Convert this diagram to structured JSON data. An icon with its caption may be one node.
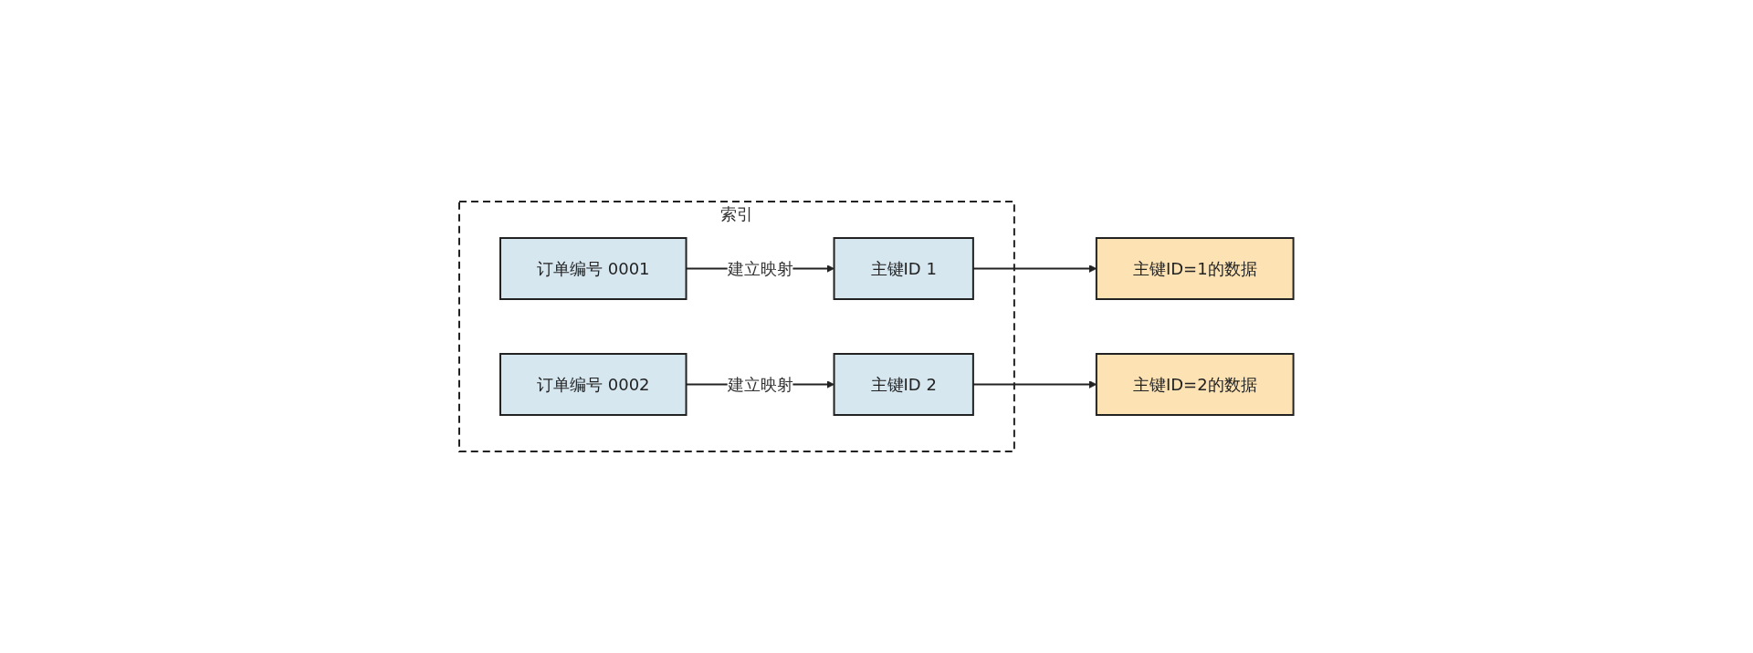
{
  "diagram": {
    "nodes": [
      {
        "text": [
          "索引"
        ]
      },
      {
        "text": [
          "订单编号 0001"
        ],
        "in": 0
      },
      {
        "text": [
          "主键ID 1"
        ],
        "in": 0
      },
      {
        "text": [
          "订单编号 0002"
        ],
        "in": 0
      },
      {
        "text": [
          "主键ID 2"
        ],
        "in": 0
      },
      {
        "text": [
          "主键ID=1的数据"
        ]
      },
      {
        "text": [
          "主键ID=2的数据"
        ]
      }
    ],
    "edges": [
      {
        "from": 1,
        "to": 2,
        "arrow": "to",
        "label": "建立映射"
      },
      {
        "from": 2,
        "to": 5,
        "arrow": "to"
      },
      {
        "from": 3,
        "to": 4,
        "arrow": "to",
        "label": "建立映射"
      },
      {
        "from": 4,
        "to": 6,
        "arrow": "to"
      }
    ]
  }
}
